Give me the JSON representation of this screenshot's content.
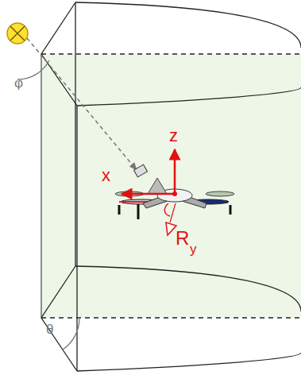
{
  "diagram": {
    "labels": [
      "φ",
      "θ",
      "z",
      "x",
      "R",
      "y"
    ]
  }
}
